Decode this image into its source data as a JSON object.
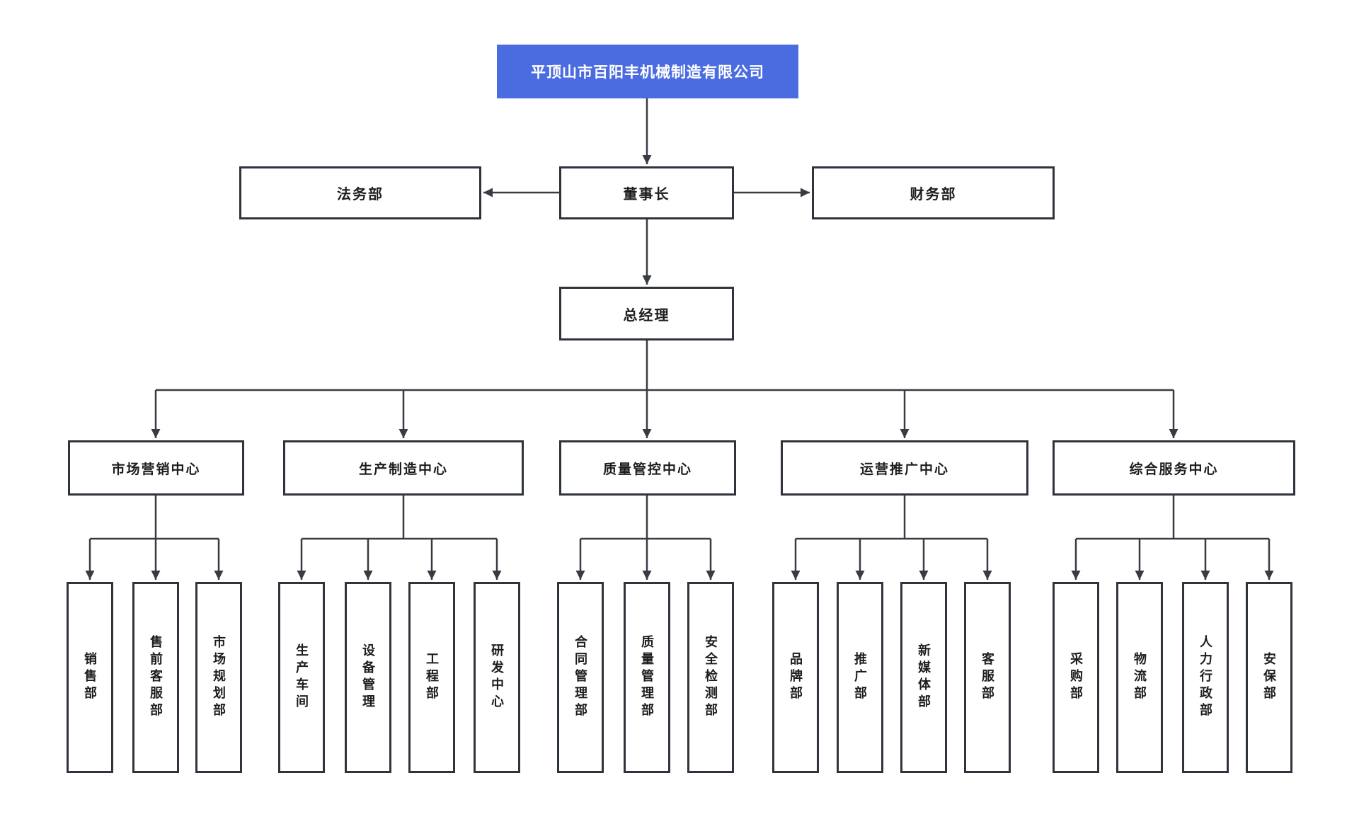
{
  "colors": {
    "root_fill": "#4a6ce0",
    "root_text": "#ffffff",
    "connector_line": "#383b42",
    "node_border": "#2f333b",
    "node_text": "#1d1d1f"
  },
  "root": {
    "label": "平顶山市百阳丰机械制造有限公司"
  },
  "executive_row": {
    "legal": "法务部",
    "chairman": "董事长",
    "finance": "财务部"
  },
  "general_manager": {
    "label": "总经理"
  },
  "centers": [
    {
      "label": "市场营销中心",
      "departments": [
        "销售部",
        "售前客服部",
        "市场规划部"
      ]
    },
    {
      "label": "生产制造中心",
      "departments": [
        "生产车间",
        "设备管理",
        "工程部",
        "研发中心"
      ]
    },
    {
      "label": "质量管控中心",
      "departments": [
        "合同管理部",
        "质量管理部",
        "安全检测部"
      ]
    },
    {
      "label": "运营推广中心",
      "departments": [
        "品牌部",
        "推广部",
        "新媒体部",
        "客服部"
      ]
    },
    {
      "label": "综合服务中心",
      "departments": [
        "采购部",
        "物流部",
        "人力行政部",
        "安保部"
      ]
    }
  ]
}
